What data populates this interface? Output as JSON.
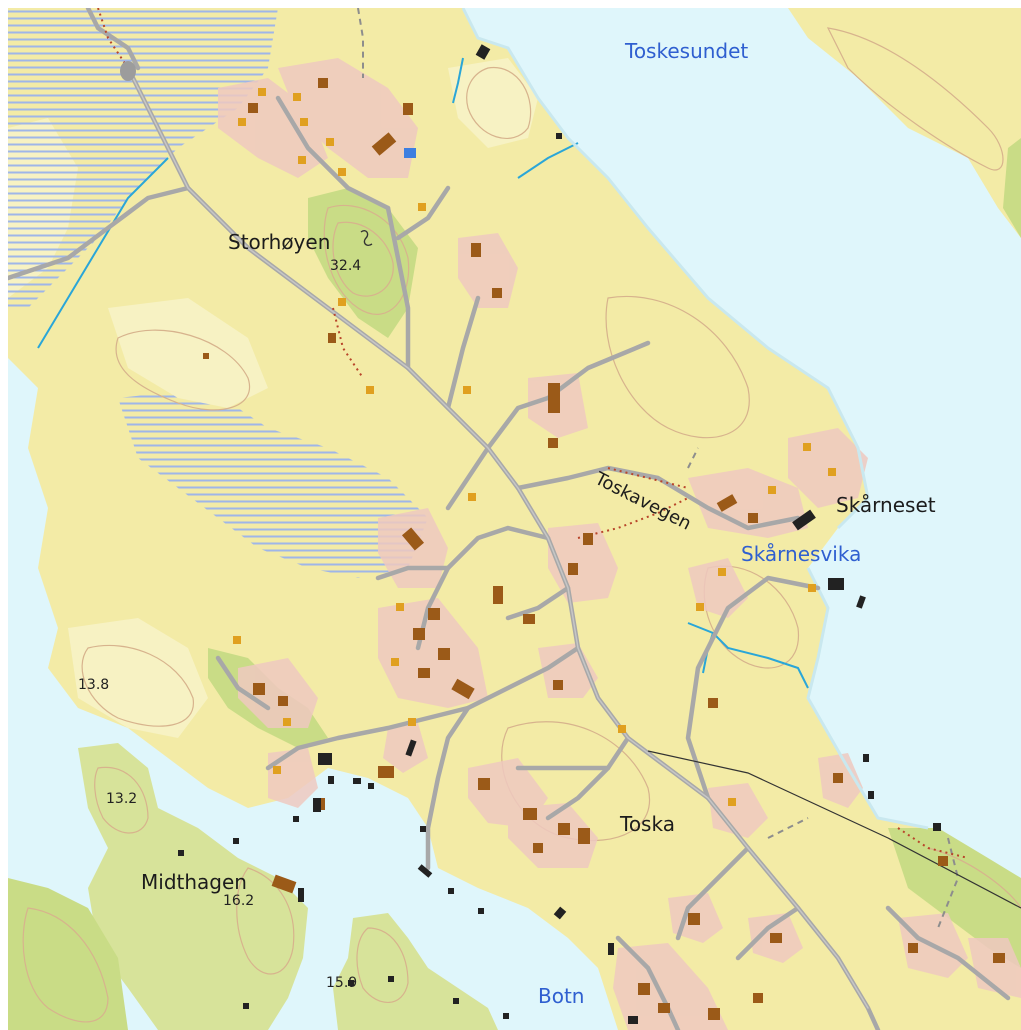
{
  "map": {
    "colors": {
      "water": "#dff6fb",
      "land": "#f3eba6",
      "land_light": "#f7f2c3",
      "forest": "#c9dc86",
      "marsh_lines": "#9fb6e8",
      "road": "#a8a8a8",
      "contour": "#d7b38d",
      "settlement": "#efc9c0",
      "building": "#9b5a18",
      "building_small": "#e0a020",
      "stream": "#2aa6d8"
    },
    "icons": {
      "summit": "summit-icon"
    },
    "labels": {
      "toskesundet": "Toskesundet",
      "storhoyen": "Storhøyen",
      "storhoyen_height": "32.4",
      "toskavegen": "Toskavegen",
      "skarneset": "Skårneset",
      "skarnesvika": "Skårnesvika",
      "toska": "Toska",
      "midthagen": "Midthagen",
      "midthagen_height": "16.2",
      "height_138": "13.8",
      "height_132": "13.2",
      "height_159": "15.9",
      "botn": "Botn"
    }
  }
}
